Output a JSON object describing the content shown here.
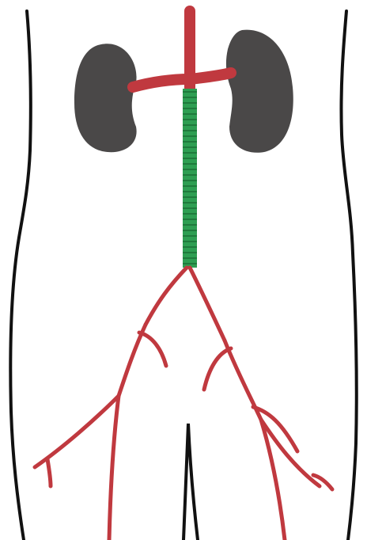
{
  "colors": {
    "background": "#ffffff",
    "outline": "#111111",
    "kidney": "#4a4848",
    "artery": "#c0393f",
    "segment_highlight": "#2e9e52",
    "segment_stripe": "#1f7a3c"
  },
  "figure": {
    "parts": [
      "body-outline",
      "left-kidney",
      "right-kidney",
      "renal-arteries",
      "abdominal-aorta",
      "highlighted-aortic-segment",
      "aortic-bifurcation",
      "iliac-arteries",
      "femoral-arteries"
    ]
  }
}
